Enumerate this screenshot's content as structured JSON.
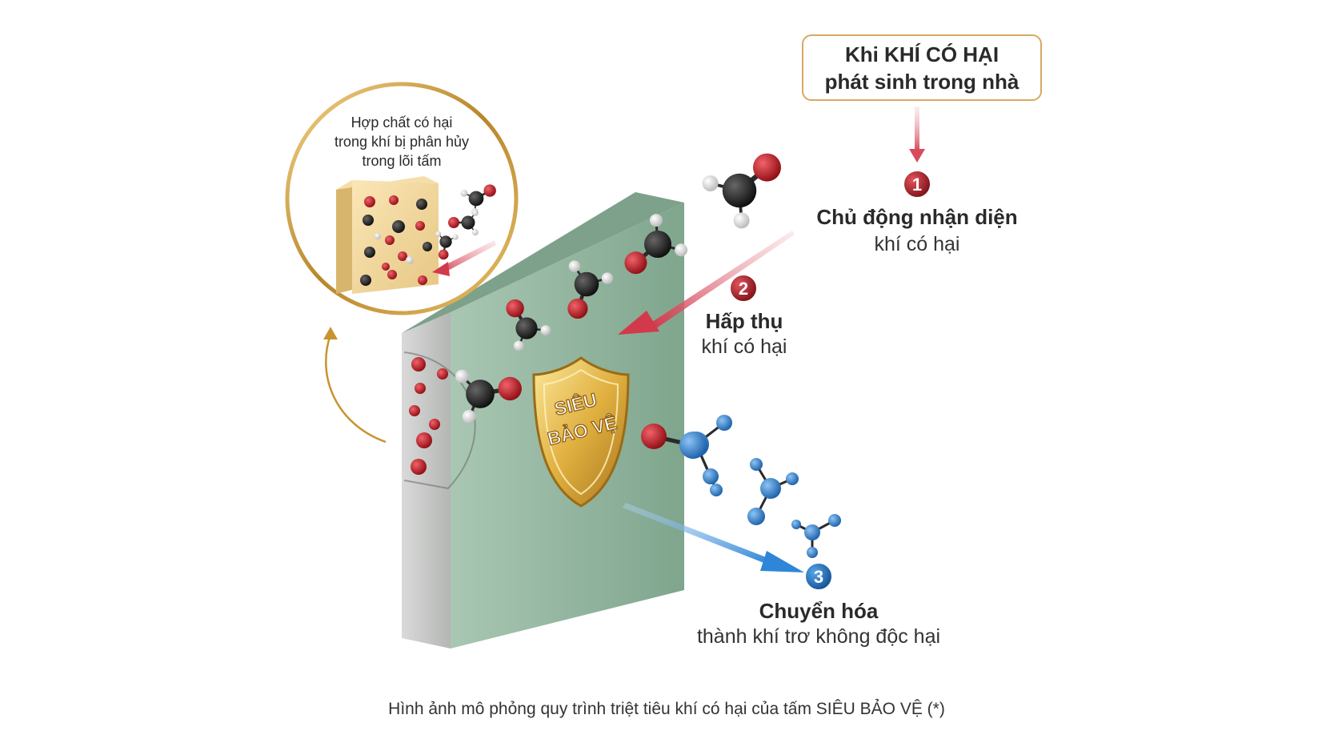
{
  "header": {
    "title_line1": "Khi KHÍ CÓ HẠI",
    "title_line2": "phát sinh trong nhà"
  },
  "steps": [
    {
      "number": "1",
      "title": "Chủ động nhận diện",
      "subtitle": "khí có hại",
      "color": "#a3212a"
    },
    {
      "number": "2",
      "title": "Hấp thụ",
      "subtitle": "khí có hại",
      "color": "#a3212a"
    },
    {
      "number": "3",
      "title": "Chuyển hóa",
      "subtitle": "thành khí trơ không độc hại",
      "color": "#1f6fb5"
    }
  ],
  "zoom": {
    "caption_line1": "Hợp chất có hại",
    "caption_line2": "trong khí bị phân hủy",
    "caption_line3": "trong lõi tấm"
  },
  "shield": {
    "line1": "SIÊU",
    "line2": "BẢO VỆ"
  },
  "footnote": "Hình ảnh mô phỏng quy trình triệt tiêu khí có hại của tấm SIÊU BẢO VỆ (*)",
  "colors": {
    "panel_face": "#8fb09a",
    "panel_side": "#c9cbc9",
    "gold": "#c9932f",
    "red_arrow": "#d24a5a",
    "blue_arrow": "#3f8fd6",
    "atom_red": "#c0161d",
    "atom_black": "#1c1c1c",
    "atom_white": "#e6e6e6",
    "atom_blue": "#2e7fd0"
  }
}
